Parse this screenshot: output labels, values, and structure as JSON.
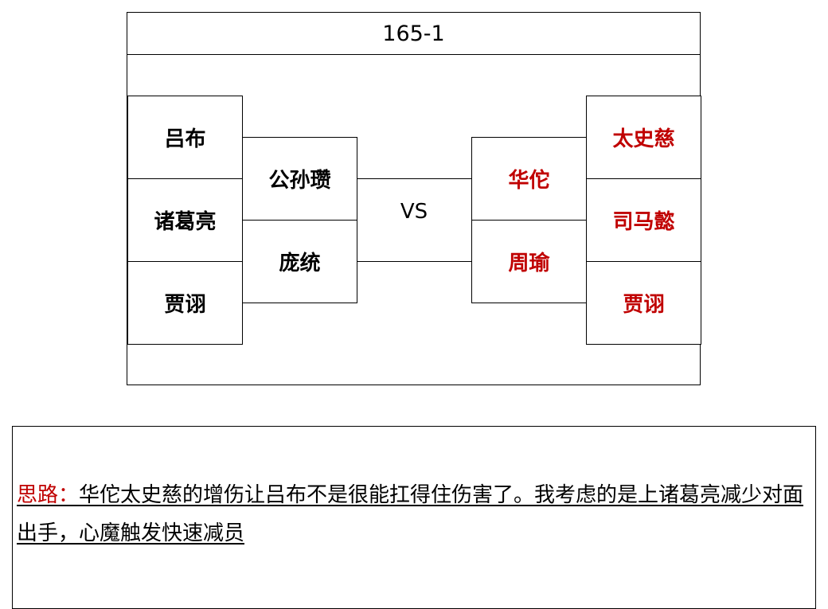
{
  "title": "165-1",
  "left_team": {
    "outer": [
      "吕布",
      "诸葛亮",
      "贾诩"
    ],
    "inner": [
      "公孙瓒",
      "庞统"
    ]
  },
  "vs_label": "VS",
  "right_team": {
    "inner": [
      "华佗",
      "周瑜"
    ],
    "outer": [
      "太史慈",
      "司马懿",
      "贾诩"
    ]
  },
  "note": {
    "label": "思路：",
    "text": "华佗太史慈的增伤让吕布不是很能扛得住伤害了。我考虑的是上诸葛亮减少对面出手，心魔触发快速减员"
  },
  "colors": {
    "right_team_text": "#c00000",
    "left_team_text": "#000000",
    "note_label": "#c00000"
  }
}
